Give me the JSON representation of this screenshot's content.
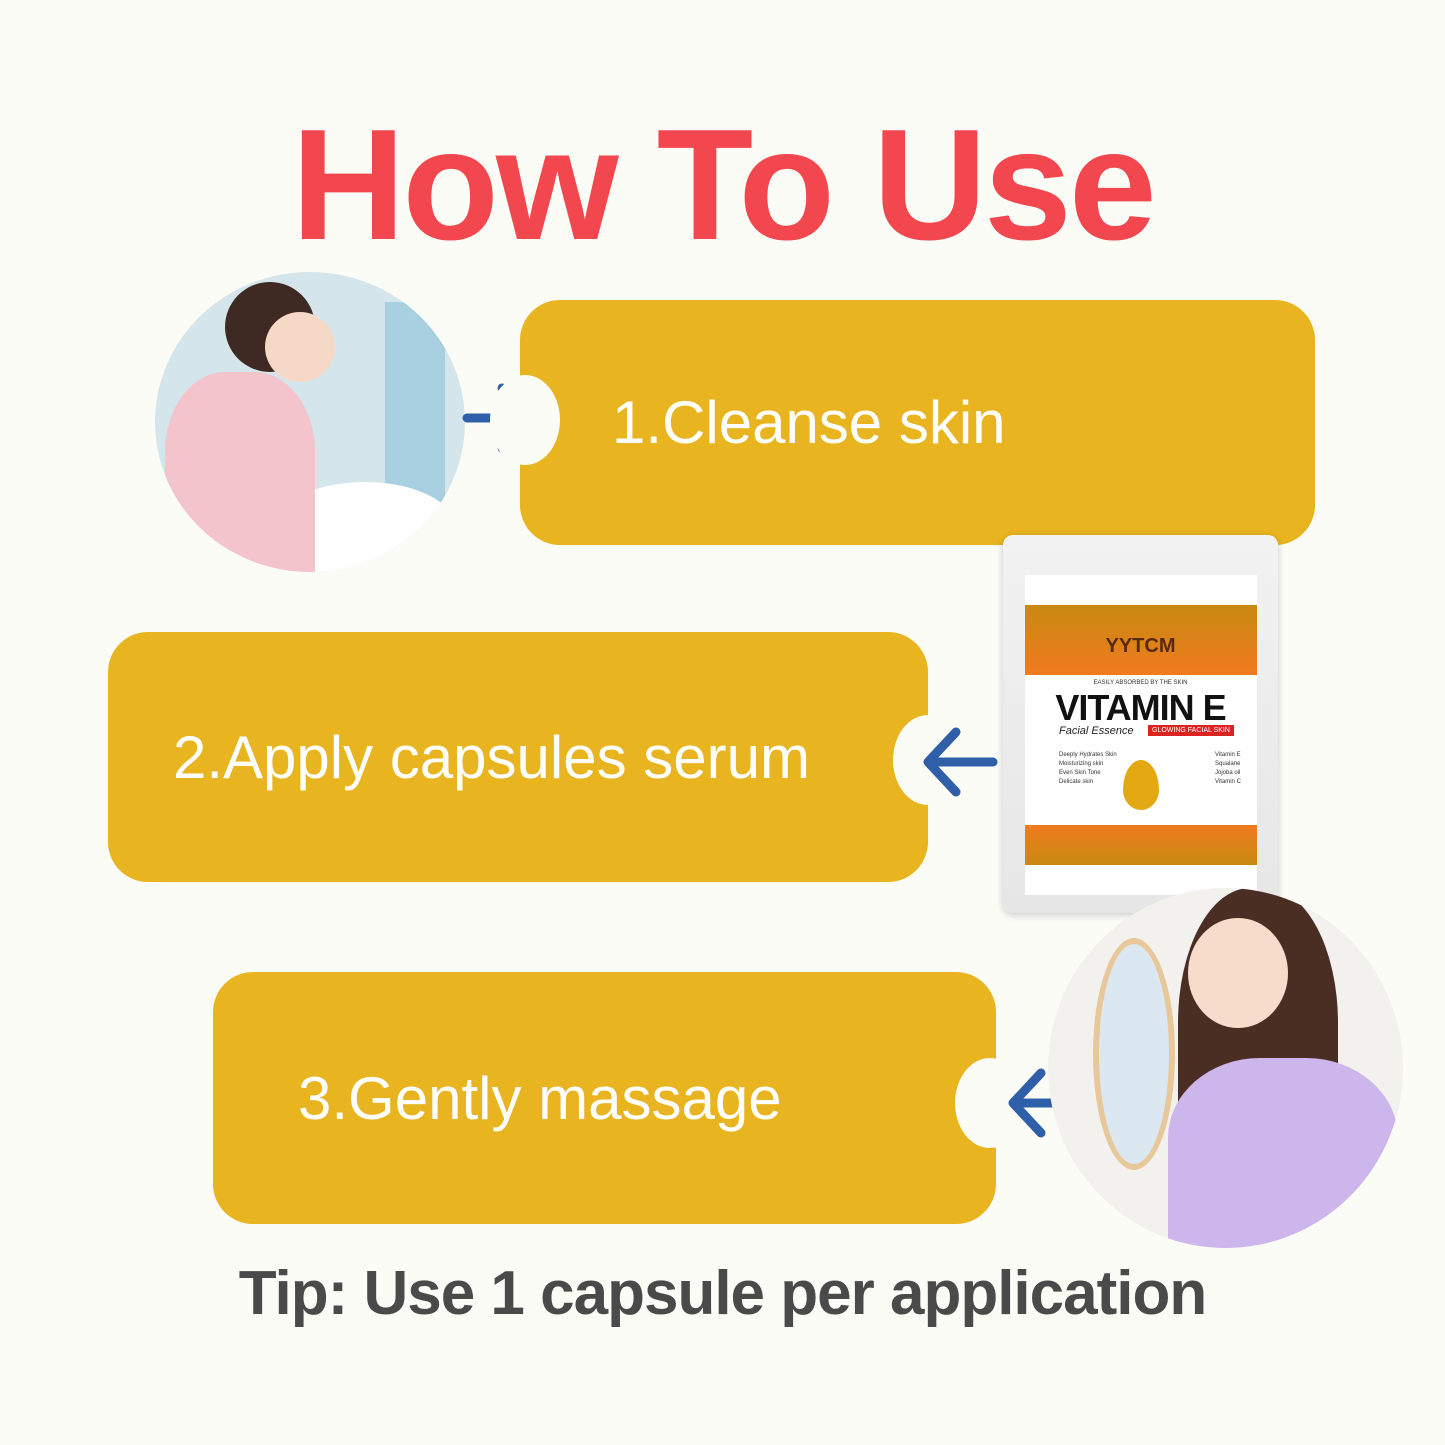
{
  "title": "How To Use",
  "steps": [
    {
      "label": "1.Cleanse skin"
    },
    {
      "label": "2.Apply capsules serum"
    },
    {
      "label": "3.Gently massage"
    }
  ],
  "tip": "Tip: Use 1 capsule per application",
  "product": {
    "brand": "YYTCM",
    "tagline": "EASILY ABSORBED BY THE SKIN",
    "name": "VITAMIN E",
    "subtitle": "Facial Essence",
    "badge": "GLOWING FACIAL SKIN",
    "benefits": [
      "Deeply Hydrates Skin",
      "Moisturizing skin",
      "Even Skin Tone",
      "Delicate skin"
    ],
    "ingredients": [
      "Vitamin E",
      "Squalane",
      "Jojoba oil",
      "Vitamin C"
    ]
  },
  "colors": {
    "title": "#f2474f",
    "band": "#e8b420",
    "arrow": "#2f5fa8",
    "tip": "#4a4a4a"
  },
  "icons": [
    "arrow-right-icon",
    "arrow-left-icon"
  ]
}
